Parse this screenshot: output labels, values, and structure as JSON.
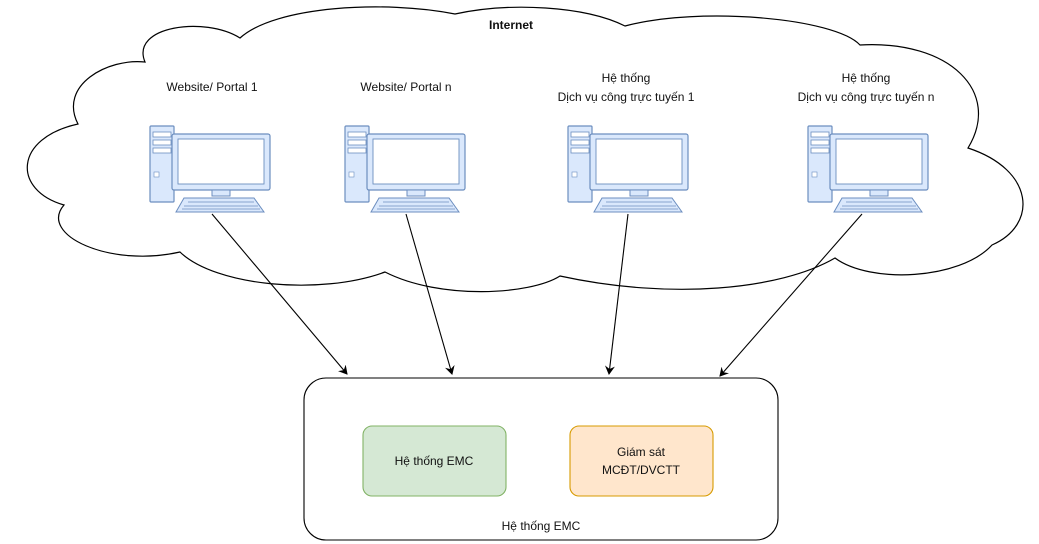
{
  "cloud": {
    "title": "Internet"
  },
  "nodes": [
    {
      "id": "website-1",
      "lines": [
        "Website/ Portal 1"
      ]
    },
    {
      "id": "website-n",
      "lines": [
        "Website/ Portal n"
      ]
    },
    {
      "id": "dvc-1",
      "lines": [
        "Hệ thống",
        "Dịch vụ công trực tuyến 1"
      ]
    },
    {
      "id": "dvc-n",
      "lines": [
        "Hệ thống",
        "Dịch vụ công trực tuyến n"
      ]
    }
  ],
  "emc_container": {
    "label": "Hệ thống EMC",
    "boxes": [
      {
        "id": "emc-system",
        "lines": [
          "Hệ thống EMC"
        ],
        "fill": "#d5e8d4",
        "stroke": "#82b366"
      },
      {
        "id": "monitor",
        "lines": [
          "Giám sát",
          "MCĐT/DVCTT"
        ],
        "fill": "#ffe6cc",
        "stroke": "#d79b00"
      }
    ]
  },
  "edges": [
    {
      "from": "website-1",
      "to": "emc-container"
    },
    {
      "from": "website-n",
      "to": "emc-container"
    },
    {
      "from": "dvc-1",
      "to": "emc-container"
    },
    {
      "from": "dvc-n",
      "to": "emc-container"
    }
  ],
  "colors": {
    "stroke": "#000000",
    "computer_fill": "#dae8fc",
    "computer_stroke": "#6c8ebf",
    "screen_fill": "#ffffff"
  },
  "icons": [
    "computer-icon"
  ]
}
